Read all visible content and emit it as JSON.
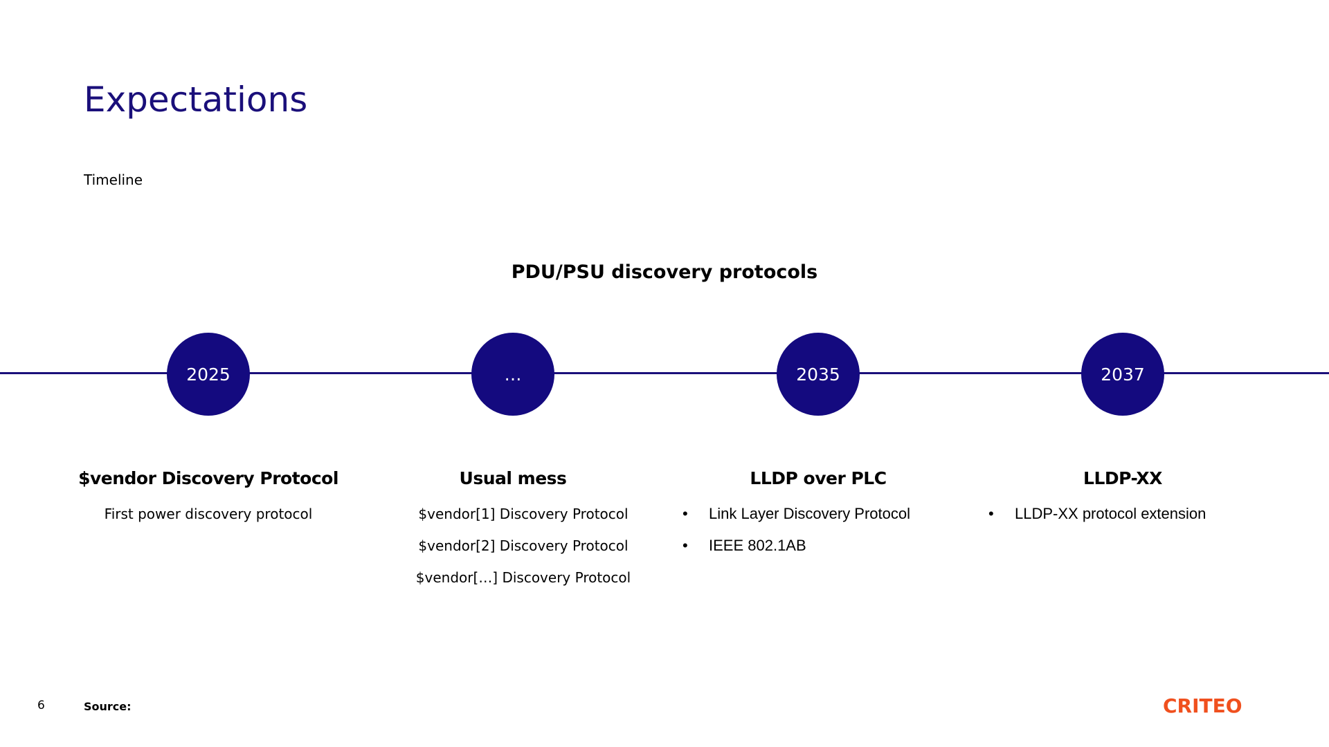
{
  "slide": {
    "title": "Expectations",
    "subtitle": "Timeline",
    "page_number": "6",
    "source_label": "Source:",
    "logo_text": "CRITEO",
    "colors": {
      "title": "#1a0f7a",
      "milestone": "#140a7f",
      "logo": "#f0501e"
    }
  },
  "timeline": {
    "heading": "PDU/PSU discovery protocols",
    "milestones": [
      {
        "label": "2025",
        "title": "$vendor Discovery Protocol",
        "lines": [
          "First power discovery protocol"
        ],
        "bullets": []
      },
      {
        "label": "…",
        "title": "Usual mess",
        "lines": [
          "$vendor[1] Discovery Protocol",
          "$vendor[2] Discovery Protocol",
          "$vendor[…] Discovery Protocol"
        ],
        "bullets": []
      },
      {
        "label": "2035",
        "title": "LLDP over PLC",
        "lines": [],
        "bullets": [
          "Link Layer Discovery Protocol",
          "IEEE 802.1AB"
        ]
      },
      {
        "label": "2037",
        "title": "LLDP-XX",
        "lines": [],
        "bullets": [
          "LLDP-XX protocol extension"
        ]
      }
    ]
  }
}
